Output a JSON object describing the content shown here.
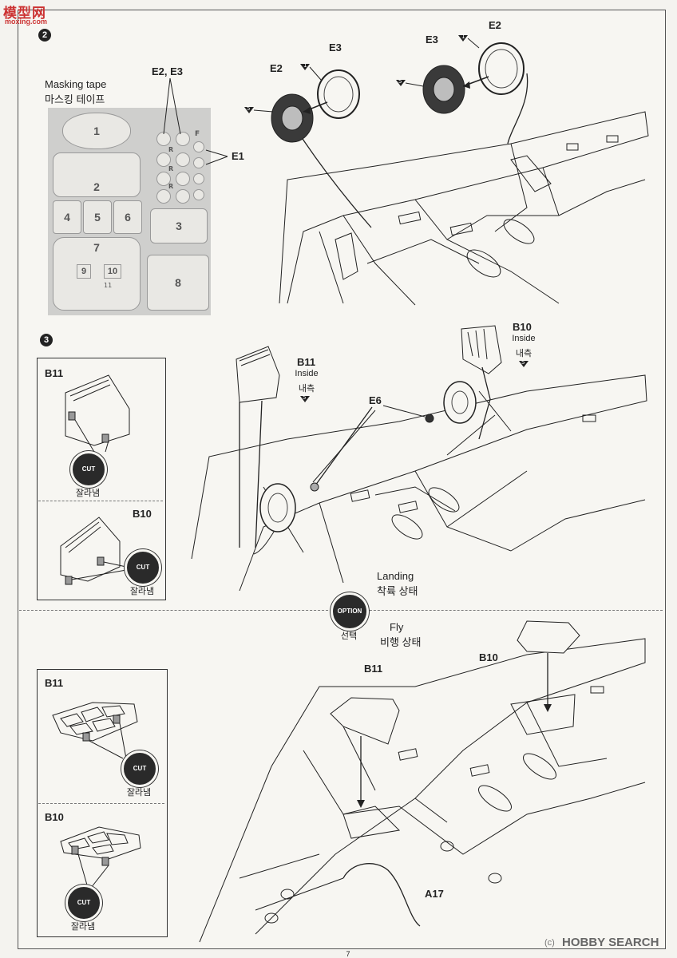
{
  "watermark_top": {
    "logo": "模型网",
    "url": "moxing.com"
  },
  "watermark_bottom": {
    "brand": "HOBBY SEARCH",
    "copyright": "(c)"
  },
  "page_number": "7",
  "step2": {
    "number": "2",
    "masking_tape": {
      "title_en": "Masking tape",
      "title_ko": "마스킹 테이프",
      "pieces": [
        "1",
        "2",
        "3",
        "4",
        "5",
        "6",
        "7",
        "8",
        "9",
        "10",
        "11"
      ],
      "dot_marks": [
        "F",
        "R",
        "R",
        "R"
      ]
    },
    "labels": {
      "e2e3": "E2, E3",
      "e1": "E1",
      "e2_a": "E2",
      "e3_a": "E3",
      "e3_b": "E3",
      "e2_b": "E2",
      "num1": "1",
      "num5": "5"
    }
  },
  "step3": {
    "number": "3",
    "landing": {
      "en": "Landing",
      "ko": "착륙 상태"
    },
    "fly": {
      "en": "Fly",
      "ko": "비행 상태"
    },
    "option": {
      "label": "OPTION",
      "ko": "선택"
    },
    "b11_inside": {
      "part": "B11",
      "en": "Inside",
      "ko": "내측",
      "num": "5"
    },
    "b10_inside": {
      "part": "B10",
      "en": "Inside",
      "ko": "내측",
      "num": "5"
    },
    "e6": "E6",
    "b10_fly": "B10",
    "b11_fly": "B11",
    "a17": "A17",
    "boxes": [
      {
        "part": "B11",
        "cut": "CUT",
        "ko": "잘라냄"
      },
      {
        "part": "B10",
        "cut": "CUT",
        "ko": "잘라냄"
      },
      {
        "part": "B11",
        "cut": "CUT",
        "ko": "잘라냄"
      },
      {
        "part": "B10",
        "cut": "CUT",
        "ko": "잘라냄"
      }
    ]
  }
}
